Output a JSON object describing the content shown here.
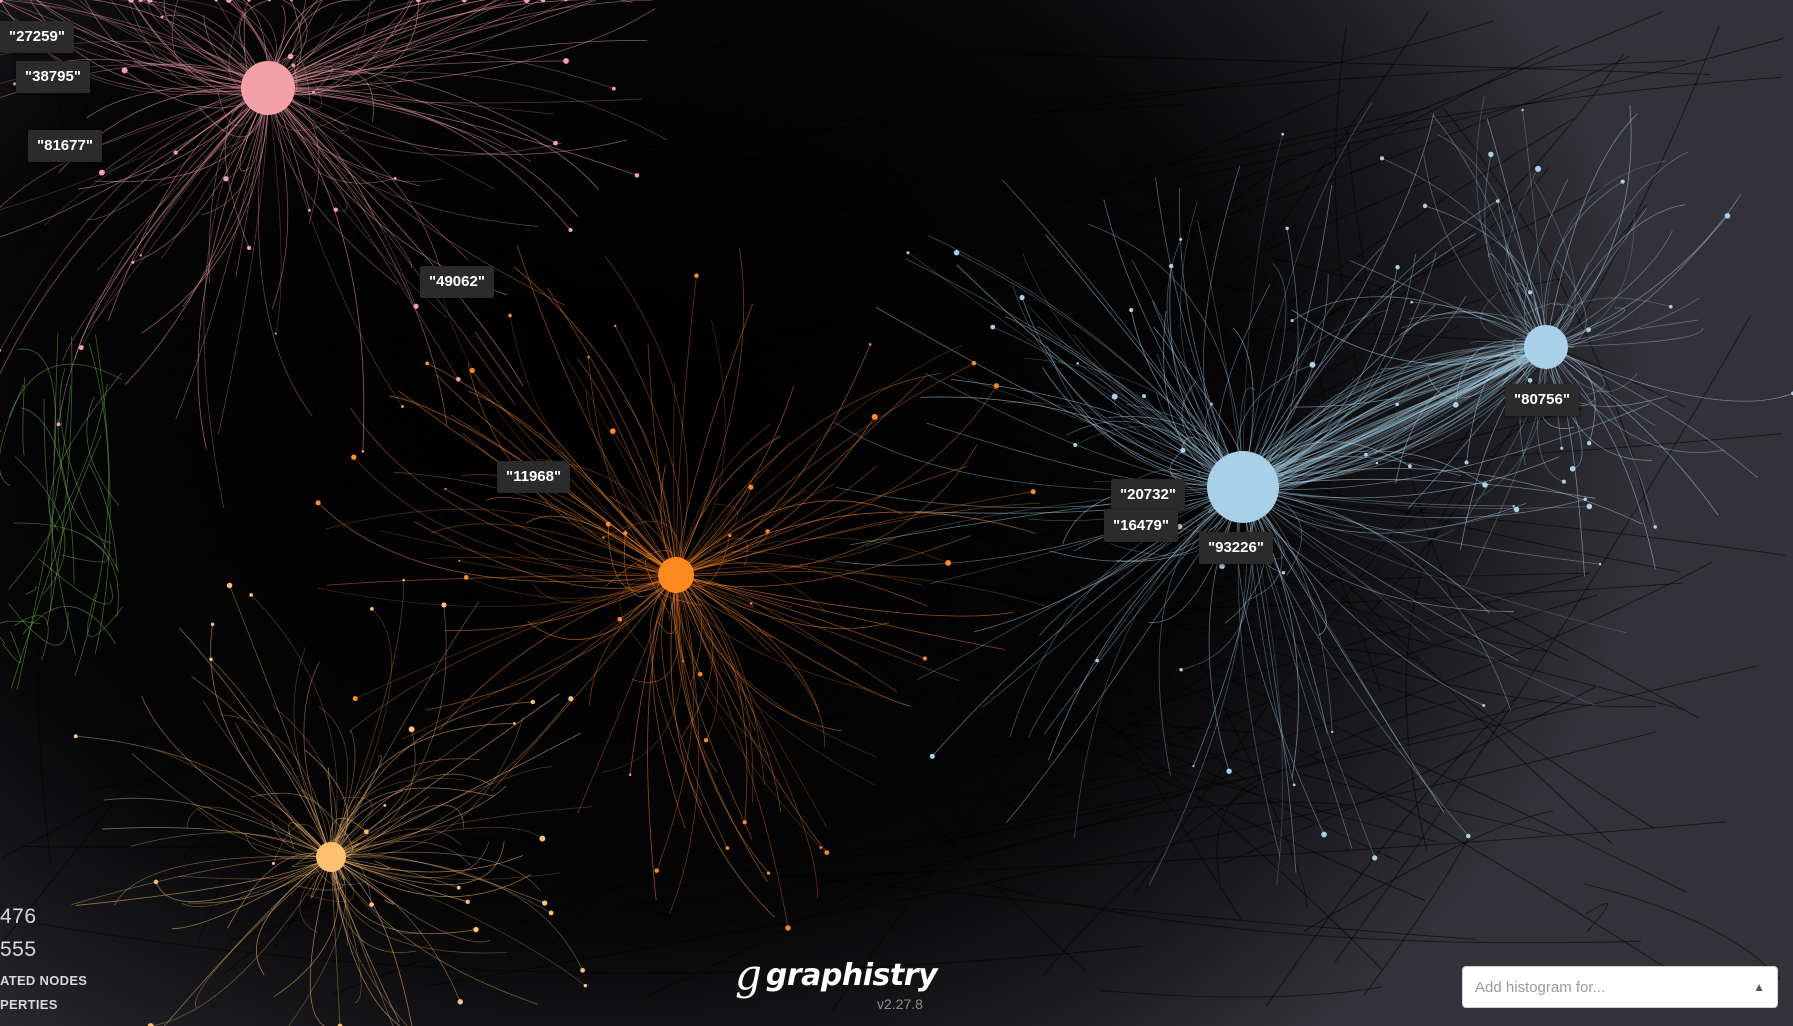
{
  "app": {
    "name": "graphistry",
    "version": "v2.27.8"
  },
  "labels": [
    {
      "id": "label-27259",
      "text": "\"27259\""
    },
    {
      "id": "label-38795",
      "text": "\"38795\""
    },
    {
      "id": "label-81677",
      "text": "\"81677\""
    },
    {
      "id": "label-49062",
      "text": "\"49062\""
    },
    {
      "id": "label-11968",
      "text": "\"11968\""
    },
    {
      "id": "label-20732",
      "text": "\"20732\""
    },
    {
      "id": "label-16479",
      "text": "\"16479\""
    },
    {
      "id": "label-93226",
      "text": "\"93226\""
    },
    {
      "id": "label-80756",
      "text": "\"80756\""
    }
  ],
  "stats": {
    "nodes_value": "476",
    "edges_value": "555",
    "isolated_caption": "ATED NODES",
    "properties_caption": "PERTIES"
  },
  "histogram": {
    "placeholder": "Add histogram for..."
  },
  "icons": {
    "logo": "graphistry-g-icon",
    "dropdown": "caret-up-icon"
  },
  "colors": {
    "background": "#323238",
    "cluster_pink": "#f4a0a8",
    "cluster_orange": "#ff8a1f",
    "cluster_yellow": "#ffc070",
    "cluster_lightblue": "#a8d0e6",
    "cluster_green": "#7fc04a",
    "label_bg": "#2b2b2b"
  }
}
